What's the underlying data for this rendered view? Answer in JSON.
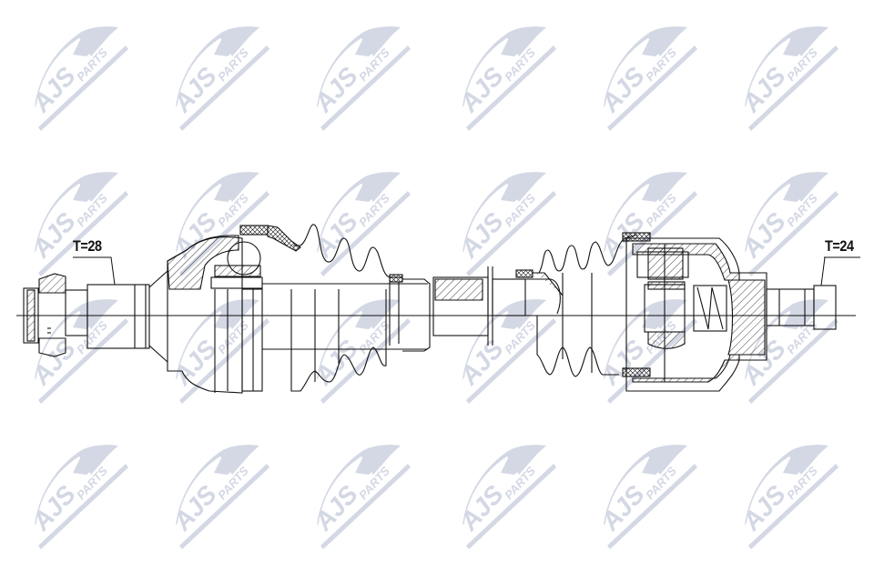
{
  "diagram": {
    "subject": "Drive shaft (CV axle) technical drawing",
    "labels": {
      "left_teeth": "T=28",
      "right_teeth": "T=24"
    },
    "watermark": {
      "text_main": "AJS",
      "text_sub": "PARTS",
      "color": "#d3d8e4",
      "columns_x": [
        40,
        195,
        350,
        510,
        665,
        820
      ],
      "rows_y": [
        30,
        190,
        330,
        490
      ]
    },
    "colors": {
      "line": "#111111",
      "background": "#ffffff"
    }
  }
}
